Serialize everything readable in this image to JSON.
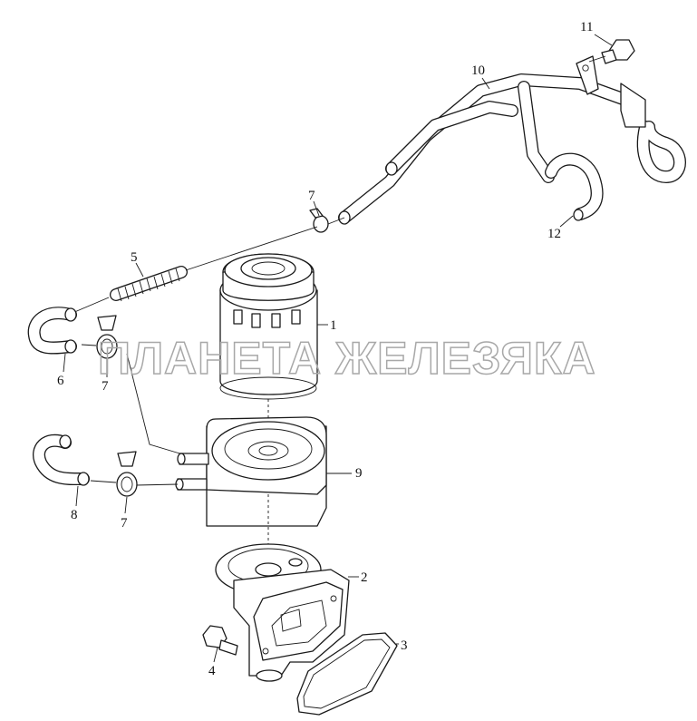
{
  "watermark": "ПЛАНЕТА ЖЕЛЕЗЯКА",
  "callouts": {
    "filter": "1",
    "adapter": "2",
    "gasket": "3",
    "bolt_lower": "4",
    "spring_hose": "5",
    "hose_left_upper": "6",
    "clamp_top": "7",
    "clamp_left_upper": "7",
    "clamp_left_lower": "7",
    "hose_left_lower": "8",
    "oil_cooler": "9",
    "pipe": "10",
    "bolt_upper": "11",
    "hose_right": "12"
  }
}
